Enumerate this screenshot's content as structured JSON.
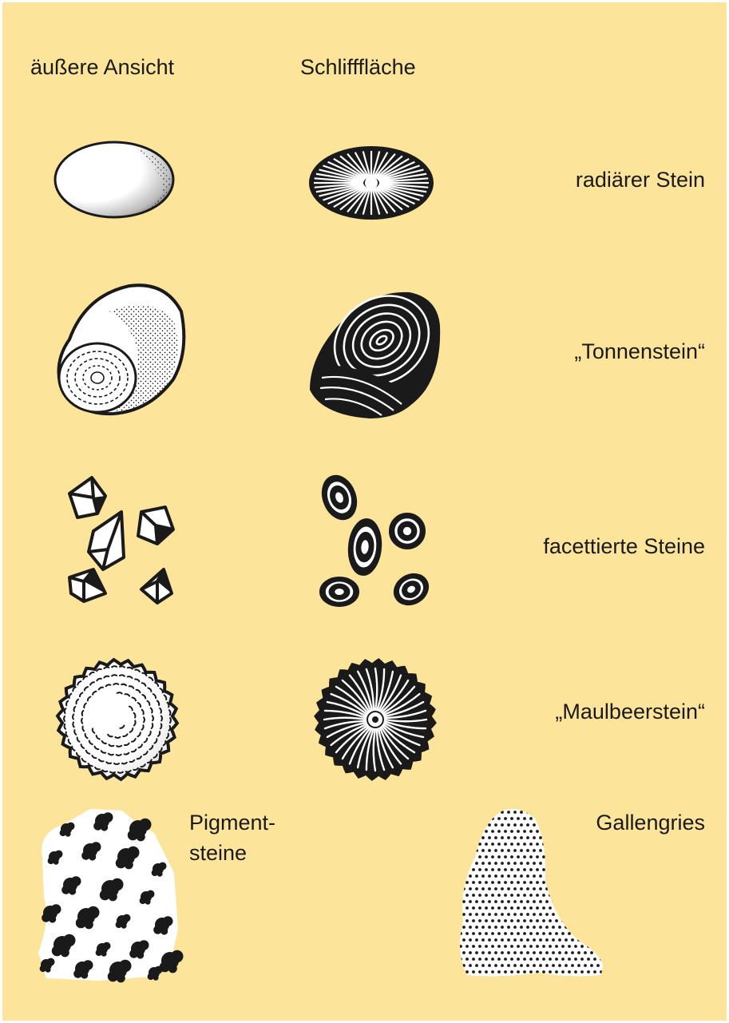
{
  "headers": {
    "outer_view": "äußere Ansicht",
    "cut_surface": "Schlifffläche"
  },
  "stone_types": [
    {
      "label": "radiärer Stein",
      "outer_icon": "radial-stone-outer-icon",
      "cut_icon": "radial-stone-cut-icon"
    },
    {
      "label": "„Tonnenstein“",
      "outer_icon": "barrel-stone-outer-icon",
      "cut_icon": "barrel-stone-cut-icon"
    },
    {
      "label": "facettierte Steine",
      "outer_icon": "faceted-stones-outer-icon",
      "cut_icon": "faceted-stones-cut-icon"
    },
    {
      "label": "„Maulbeerstein“",
      "outer_icon": "mulberry-stone-outer-icon",
      "cut_icon": "mulberry-stone-cut-icon"
    }
  ],
  "bottom": {
    "pigment_label_line1": "Pigment-",
    "pigment_label_line2": "steine",
    "gravel_label": "Gallengries"
  },
  "colors": {
    "background": "#fde49b",
    "ink": "#1a1a1a",
    "stone_fill": "#ffffff"
  }
}
